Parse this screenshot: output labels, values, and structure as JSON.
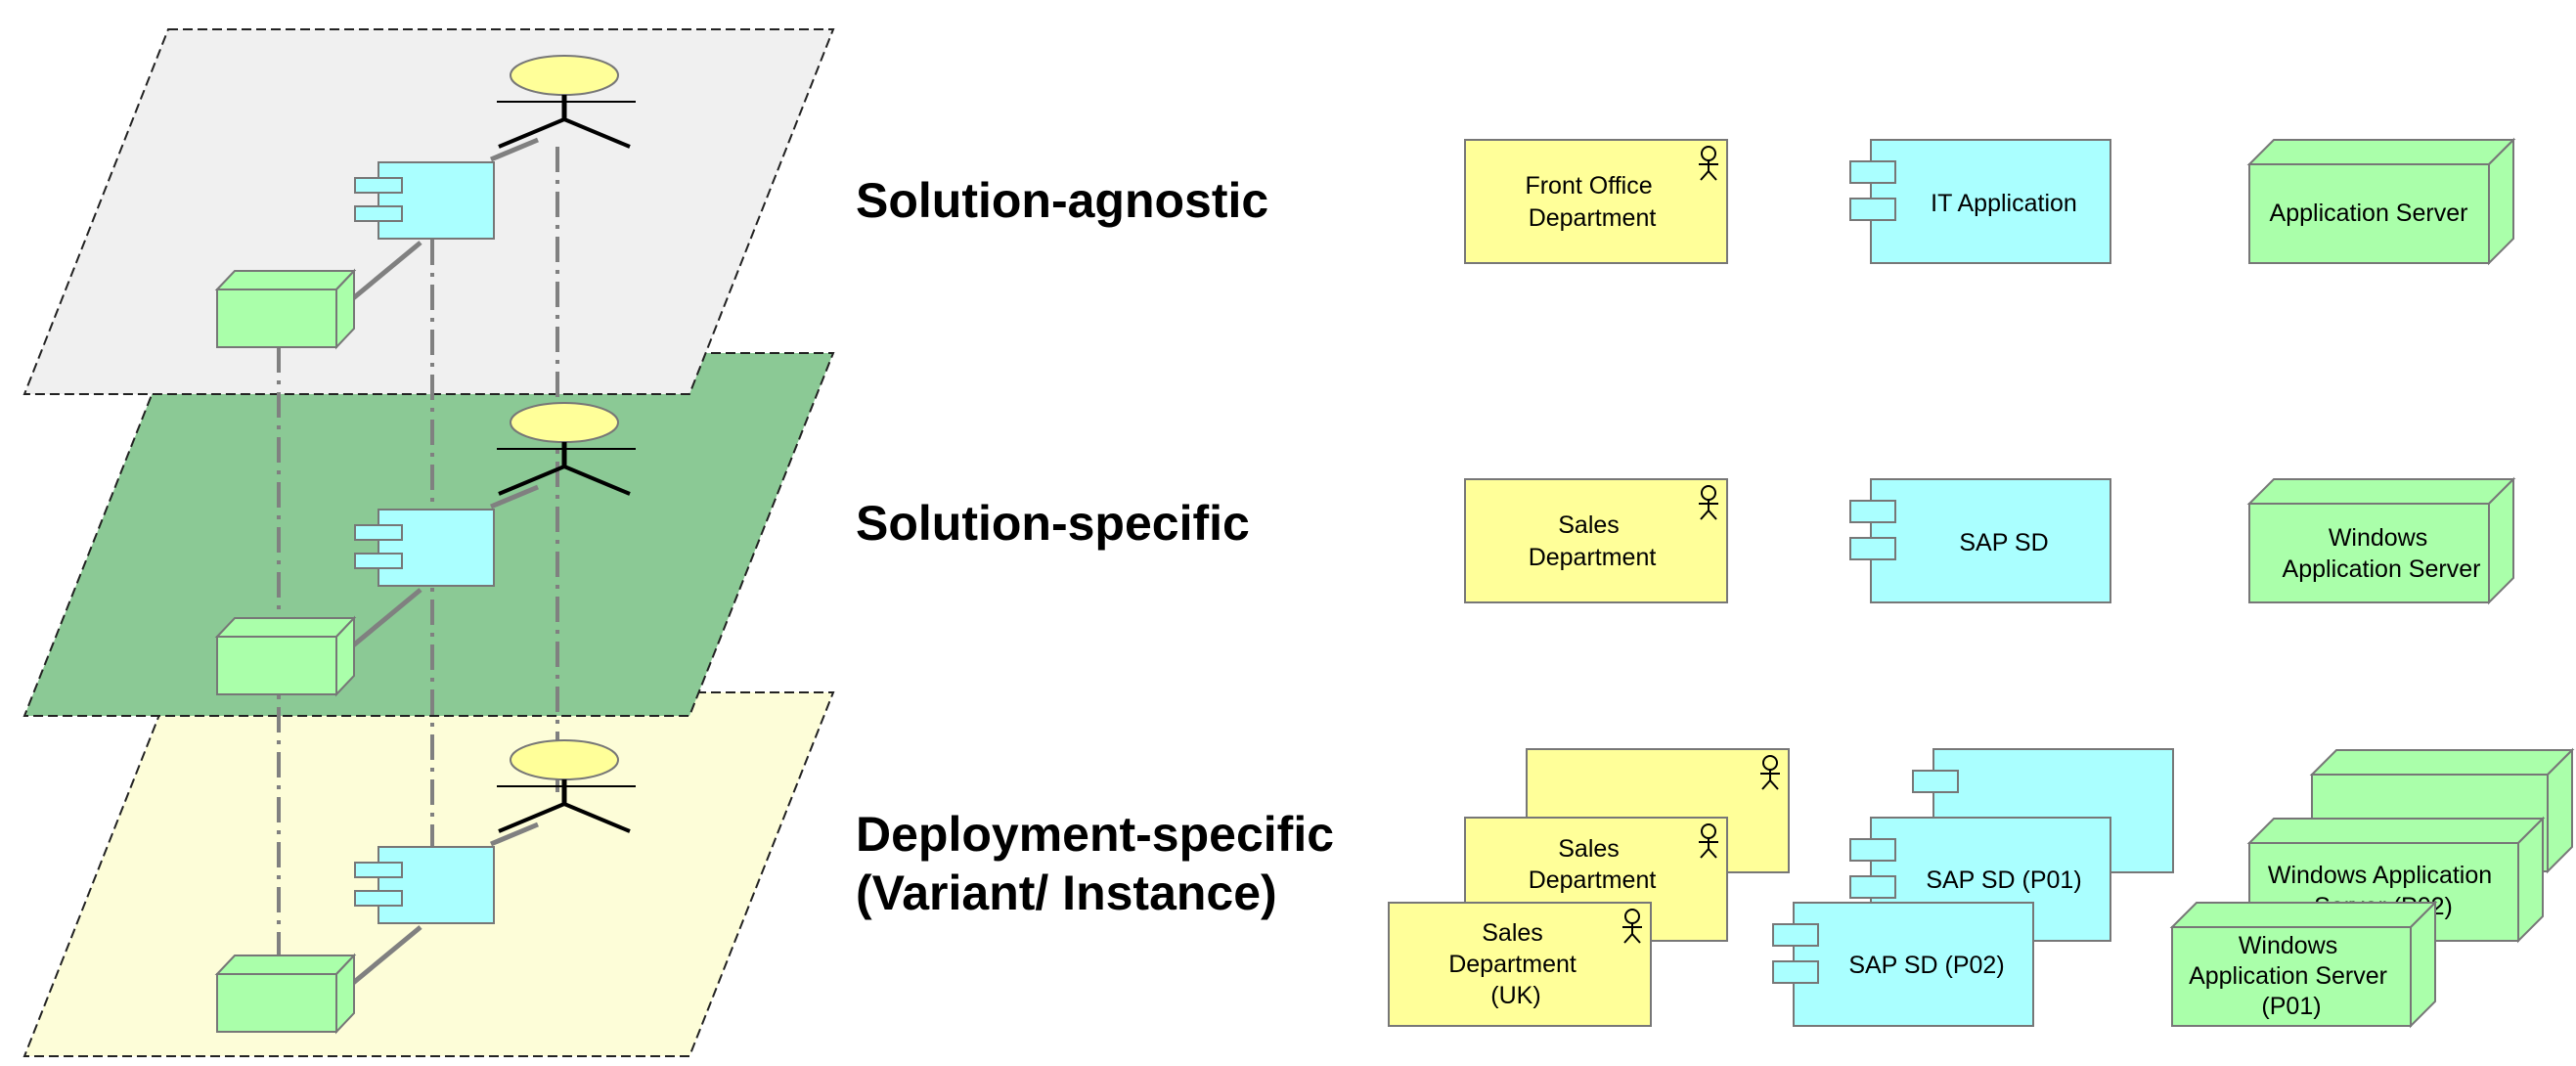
{
  "colors": {
    "actor_fill": "#ffff99",
    "application_fill": "#aaffff",
    "node_fill": "#aaffaa",
    "plane_top": "#f0f0f0",
    "plane_middle": "#8bc995",
    "plane_bottom": "#fdfdd8",
    "outline": "#777777"
  },
  "levels": [
    {
      "id": "agnostic",
      "label_lines": [
        "Solution-agnostic"
      ]
    },
    {
      "id": "specific",
      "label_lines": [
        "Solution-specific"
      ]
    },
    {
      "id": "deployment",
      "label_lines": [
        "Deployment-specific",
        "(Variant/ Instance)"
      ]
    }
  ],
  "elements": {
    "agnostic": {
      "actor": {
        "icon": "actor-icon",
        "lines": [
          "Front Office",
          "Department"
        ]
      },
      "application": {
        "icon": "application-component-icon",
        "lines": [
          "IT Application"
        ]
      },
      "node": {
        "icon": "node-icon",
        "lines": [
          "Application Server"
        ]
      }
    },
    "specific": {
      "actor": {
        "icon": "actor-icon",
        "lines": [
          "Sales",
          "Department"
        ]
      },
      "application": {
        "icon": "application-component-icon",
        "lines": [
          "SAP SD"
        ]
      },
      "node": {
        "icon": "node-icon",
        "lines": [
          "Windows",
          "Application Server"
        ]
      }
    },
    "deployment": {
      "actor_stack": [
        {
          "icon": "actor-icon",
          "lines": []
        },
        {
          "icon": "actor-icon",
          "lines": [
            "Sales",
            "Department"
          ]
        },
        {
          "icon": "actor-icon",
          "lines": [
            "Sales",
            "Department",
            "(UK)"
          ]
        }
      ],
      "application_stack": [
        {
          "icon": "application-component-icon",
          "lines": []
        },
        {
          "icon": "application-component-icon",
          "lines": [
            "SAP SD (P01)"
          ]
        },
        {
          "icon": "application-component-icon",
          "lines": [
            "SAP SD (P02)"
          ]
        }
      ],
      "node_stack": [
        {
          "icon": "node-icon",
          "lines": []
        },
        {
          "icon": "node-icon",
          "lines": [
            "Windows Application",
            "Server (P02)"
          ]
        },
        {
          "icon": "node-icon",
          "lines": [
            "Windows",
            "Application Server",
            "(P01)"
          ]
        }
      ]
    }
  }
}
